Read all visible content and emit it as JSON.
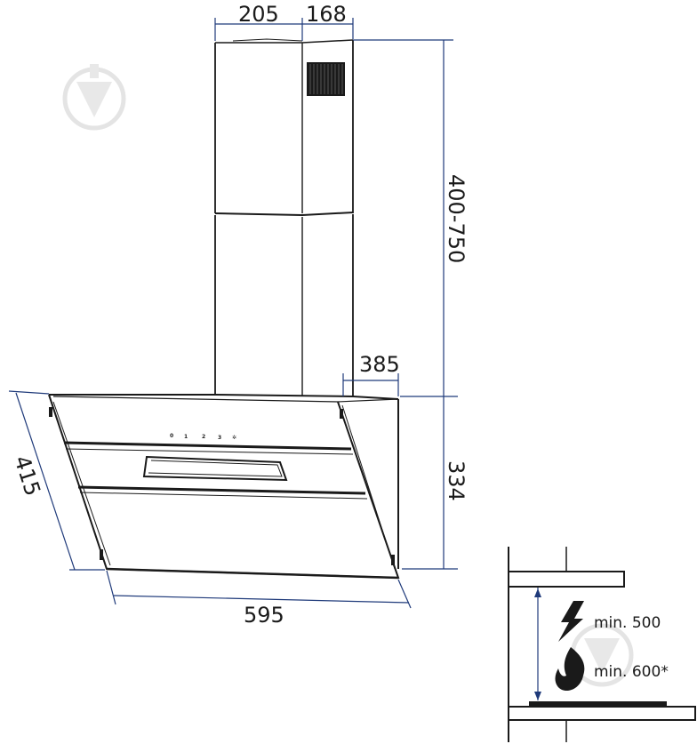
{
  "dimensions": {
    "chimney_width": "205",
    "chimney_depth": "168",
    "chimney_height": "400-750",
    "canopy_depth": "385",
    "canopy_height": "334",
    "canopy_slant": "415",
    "canopy_width": "595"
  },
  "control_panel": {
    "buttons": [
      "0",
      "1",
      "2",
      "3",
      "✲"
    ]
  },
  "installation": {
    "electric_hob": "min. 500",
    "gas_hob": "min. 600*"
  },
  "colors": {
    "line": "#1a1a1a",
    "dimension": "#1f3a7a",
    "watermark": "#d9d9d9"
  },
  "icons": [
    "lightning-icon",
    "flame-icon",
    "watermark-icon"
  ]
}
